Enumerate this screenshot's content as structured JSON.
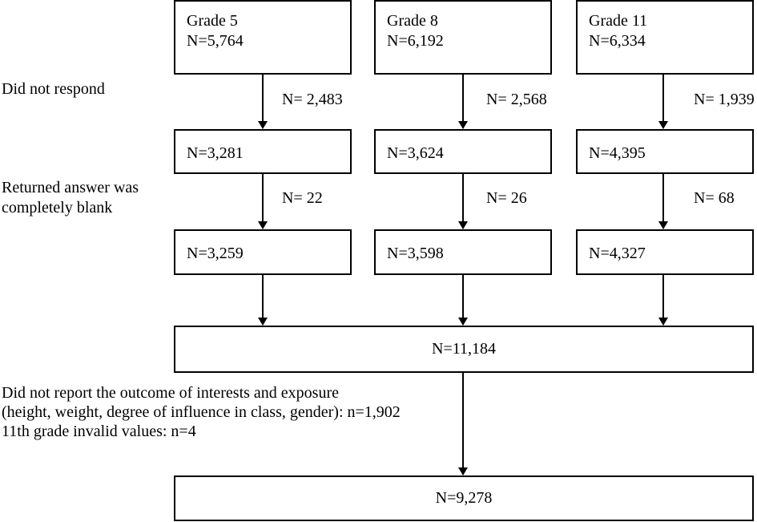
{
  "grades": [
    {
      "label": "Grade 5",
      "total": "N=5,764",
      "did_not_respond": "N= 2,483",
      "responded": "N=3,281",
      "blank": "N= 22",
      "valid": "N=3,259"
    },
    {
      "label": "Grade 8",
      "total": "N=6,192",
      "did_not_respond": "N= 2,568",
      "responded": "N=3,624",
      "blank": "N= 26",
      "valid": "N=3,598"
    },
    {
      "label": "Grade 11",
      "total": "N=6,334",
      "did_not_respond": "N= 1,939",
      "responded": "N=4,395",
      "blank": "N= 68",
      "valid": "N=4,327"
    }
  ],
  "side_labels": {
    "did_not_respond": "Did not respond",
    "blank_line1": "Returned answer was",
    "blank_line2": "completely blank",
    "excluded_line1": "Did not report the outcome of interests and exposure",
    "excluded_line2": "(height, weight, degree of influence in class, gender): n=1,902",
    "excluded_line3": "11th grade invalid values: n=4"
  },
  "combined": "N=11,184",
  "final": "N=9,278"
}
